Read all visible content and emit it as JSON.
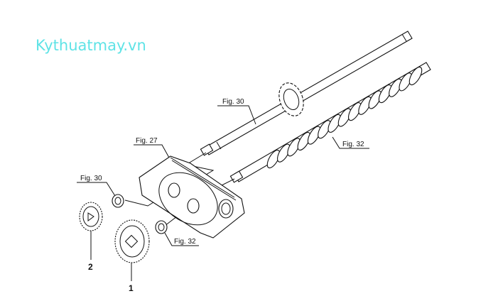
{
  "watermark": "Kythuatmay.vn",
  "callouts": {
    "fig30_upper": "Fig. 30",
    "fig32_right": "Fig. 32",
    "fig27": "Fig. 27",
    "fig30_left": "Fig. 30",
    "fig32_lower": "Fig. 32"
  },
  "parts": {
    "part1": "1",
    "part2": "2"
  }
}
